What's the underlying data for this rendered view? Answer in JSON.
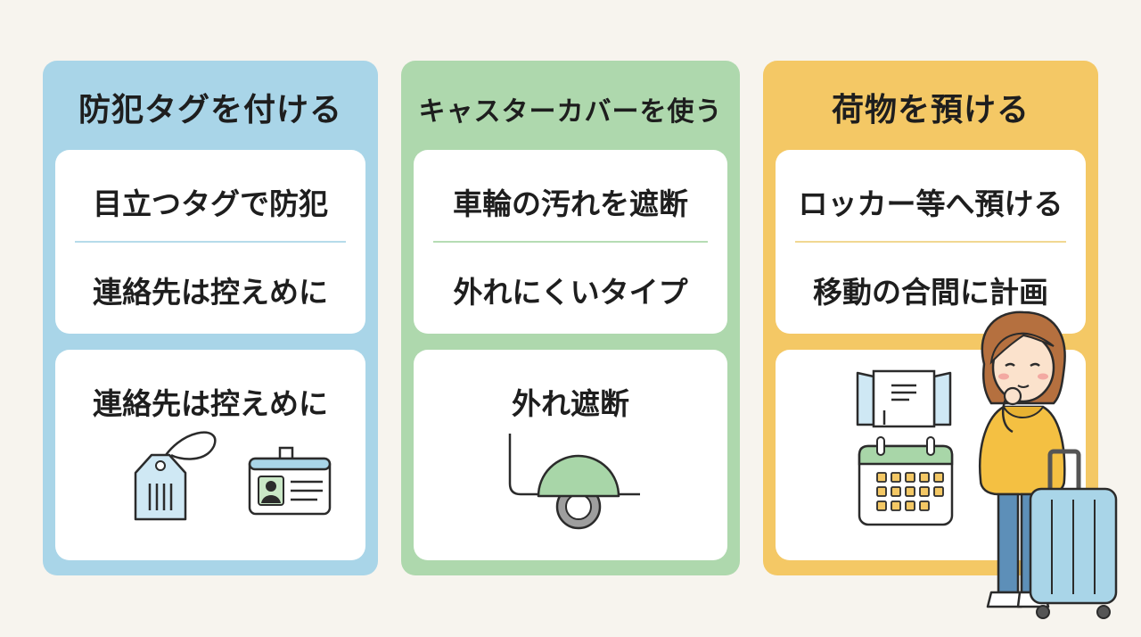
{
  "cards": [
    {
      "title": "防犯タグを付ける",
      "items": [
        "目立つタグで防犯",
        "連絡先は控えめに"
      ],
      "bottom_label": "連絡先は控えめに",
      "icons": [
        "luggage-tag-icon",
        "id-card-icon"
      ],
      "color": "#a9d5e8"
    },
    {
      "title": "キャスターカバーを使う",
      "items": [
        "車輪の汚れを遮断",
        "外れにくいタイプ"
      ],
      "bottom_label": "外れ遮断",
      "icons": [
        "caster-cover-icon"
      ],
      "color": "#aed8ad"
    },
    {
      "title": "荷物を預ける",
      "items": [
        "ロッカー等へ預ける",
        "移動の合間に計画"
      ],
      "icons": [
        "locker-icon",
        "calendar-icon",
        "traveler-with-suitcase-illustration"
      ],
      "color": "#f4c865"
    }
  ]
}
